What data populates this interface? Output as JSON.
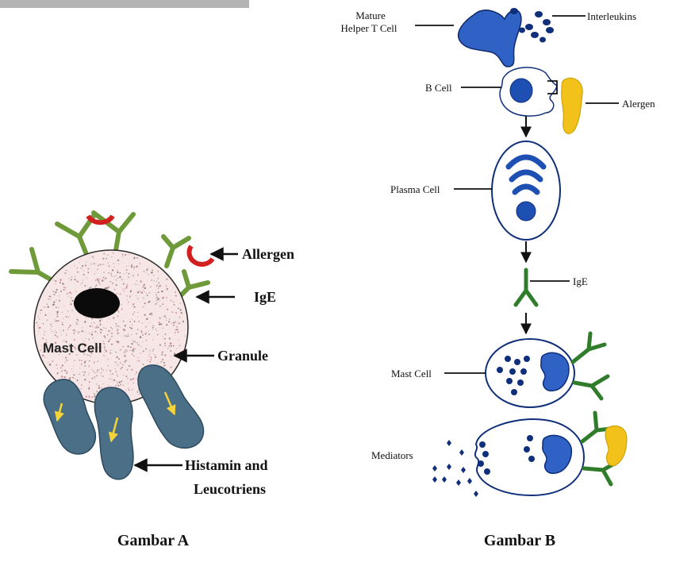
{
  "figure_a": {
    "caption": "Gambar A",
    "labels": {
      "mast_cell": "Mast Cell",
      "allergen": "Allergen",
      "ige": "IgE",
      "granule": "Granule",
      "histamin_line1": "Histamin and",
      "histamin_line2": "Leucotriens"
    }
  },
  "figure_b": {
    "caption": "Gambar B",
    "labels": {
      "mature_line1": "Mature",
      "mature_line2": "Helper T Cell",
      "interleukins": "Interleukins",
      "b_cell": "B Cell",
      "allergen": "Alergen",
      "plasma_cell": "Plasma Cell",
      "ige": "IgE",
      "mast_cell": "Mast Cell",
      "mediators": "Mediators"
    }
  },
  "colors": {
    "cell_blue": "#2b5fc7",
    "dark_blue": "#0f2f7a",
    "antibody_green": "#5c8a2e",
    "allergen_yellow": "#f2c21b",
    "allergen_red": "#d21f1f",
    "granule_teal": "#4a6f86",
    "arrow_yellow": "#f4d43a",
    "mast_dots": "#b06a6a"
  }
}
